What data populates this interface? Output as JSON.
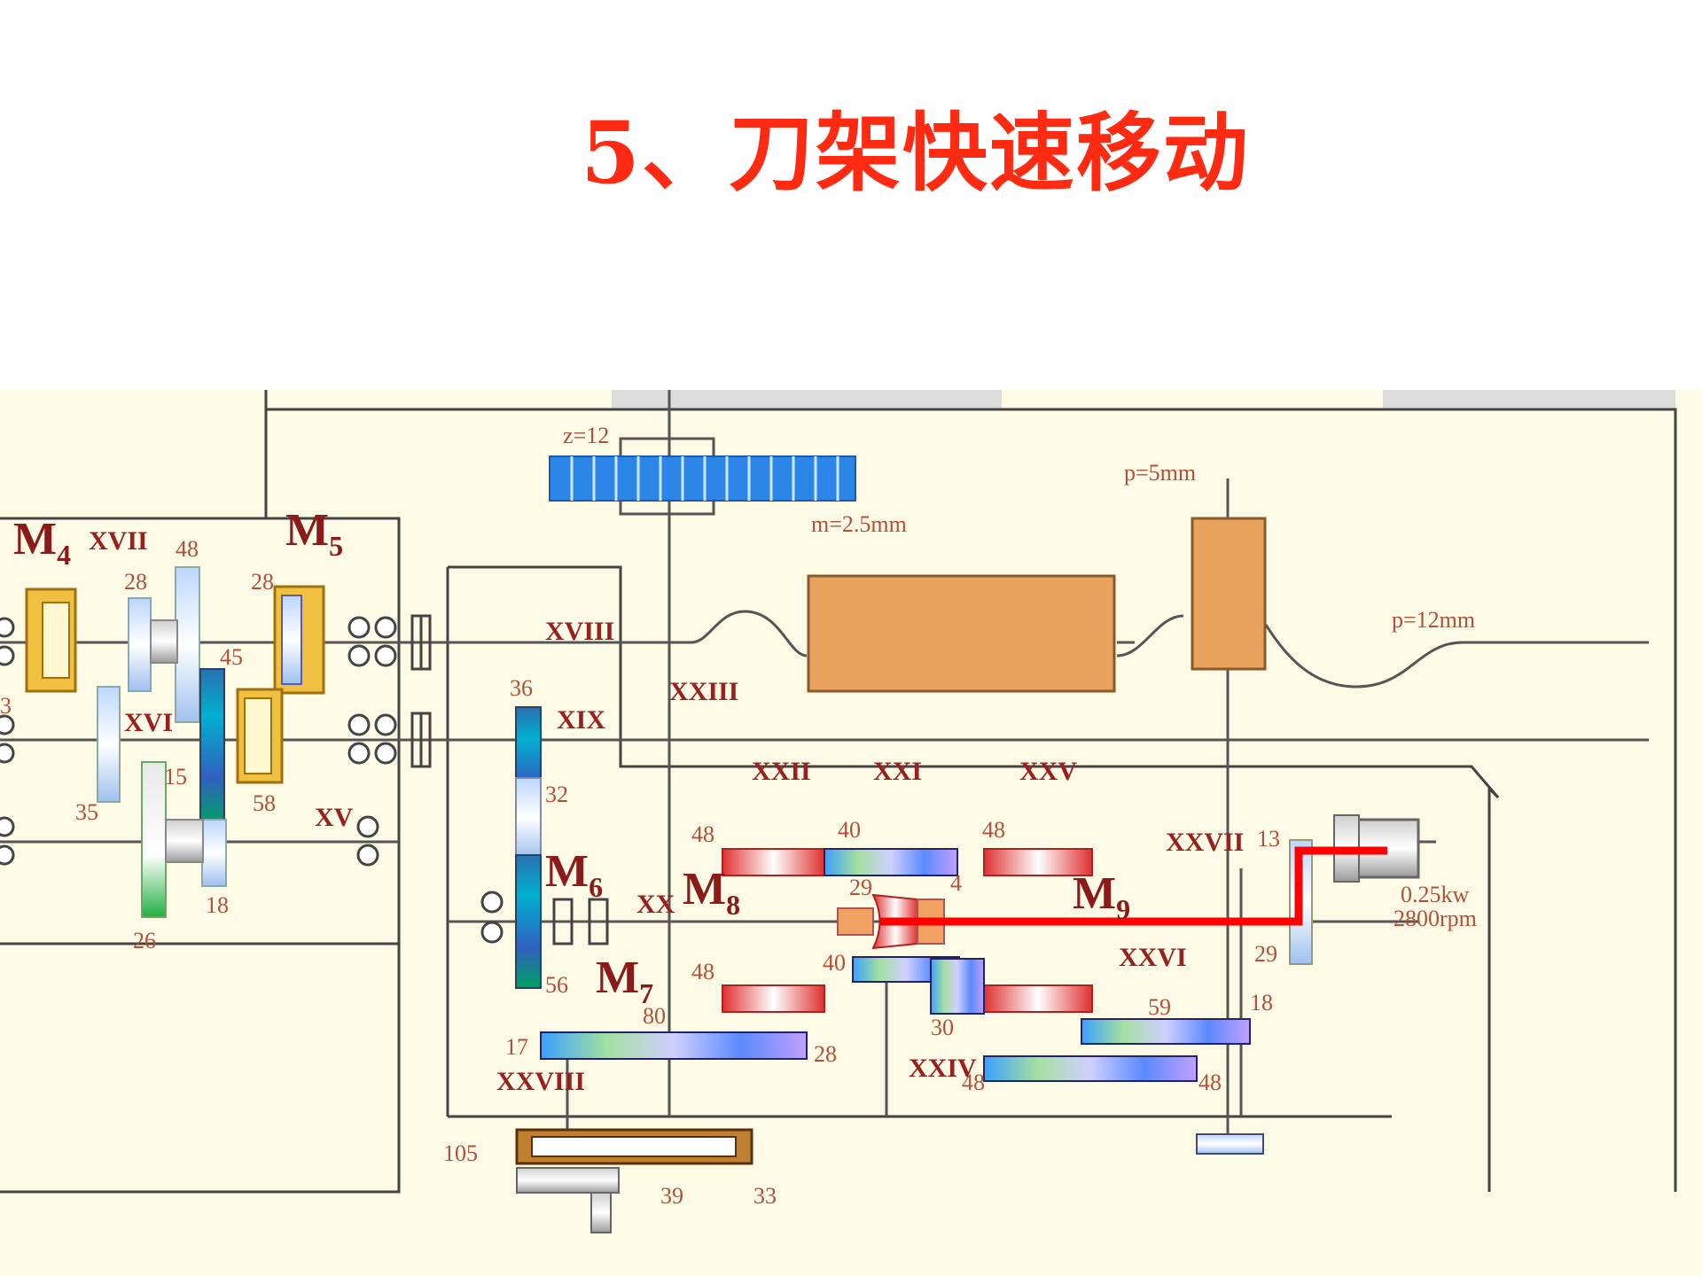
{
  "slide": {
    "title": "5、刀架快速移动"
  },
  "diagram": {
    "clutch_labels": {
      "m4": "M",
      "m4_sub": "4",
      "m5": "M",
      "m5_sub": "5",
      "m6": "M",
      "m6_sub": "6",
      "m7": "M",
      "m7_sub": "7",
      "m8": "M",
      "m8_sub": "8",
      "m9": "M",
      "m9_sub": "9"
    },
    "shaft_labels": {
      "xv": "XV",
      "xvi": "XVI",
      "xvii": "XVII",
      "xviii": "XVIII",
      "xix": "XIX",
      "xx": "XX",
      "xxi": "XXI",
      "xxii": "XXII",
      "xxiii": "XXIII",
      "xxiv": "XXIV",
      "xxv": "XXV",
      "xxvi": "XXVI",
      "xxvii": "XXVII",
      "xxviii": "XXVIII"
    },
    "gear_numbers": {
      "g28a": "28",
      "g48a": "48",
      "g28b": "28",
      "g45": "45",
      "g35": "35",
      "g15": "15",
      "g58": "58",
      "g18": "18",
      "g26": "26",
      "g36": "36",
      "g32": "32",
      "g56": "56",
      "g48b": "48",
      "g40a": "40",
      "g48c": "48",
      "g29a": "29",
      "g4": "4",
      "g40b": "40",
      "g48d": "48",
      "g30": "30",
      "g17": "17",
      "g80": "80",
      "g28c": "28",
      "g13": "13",
      "g29b": "29",
      "g59": "59",
      "g18b": "18",
      "g48e": "48",
      "g48f": "48",
      "g105": "105",
      "g39": "39",
      "g33": "33",
      "g3": "3"
    },
    "annotations": {
      "rack_teeth": "z=12",
      "rack_module": "m=2.5mm",
      "pitch_cross": "p=5mm",
      "pitch_lead": "p=12mm",
      "motor_power": "0.25kw",
      "motor_speed": "2800rpm"
    }
  },
  "colors": {
    "title": "#ff2a12",
    "background": "#fdfbe6",
    "highlight_path": "#ff0000",
    "orange_block": "#eaa35e",
    "rack": "#2b86e8",
    "clutch": "#e8b428"
  }
}
